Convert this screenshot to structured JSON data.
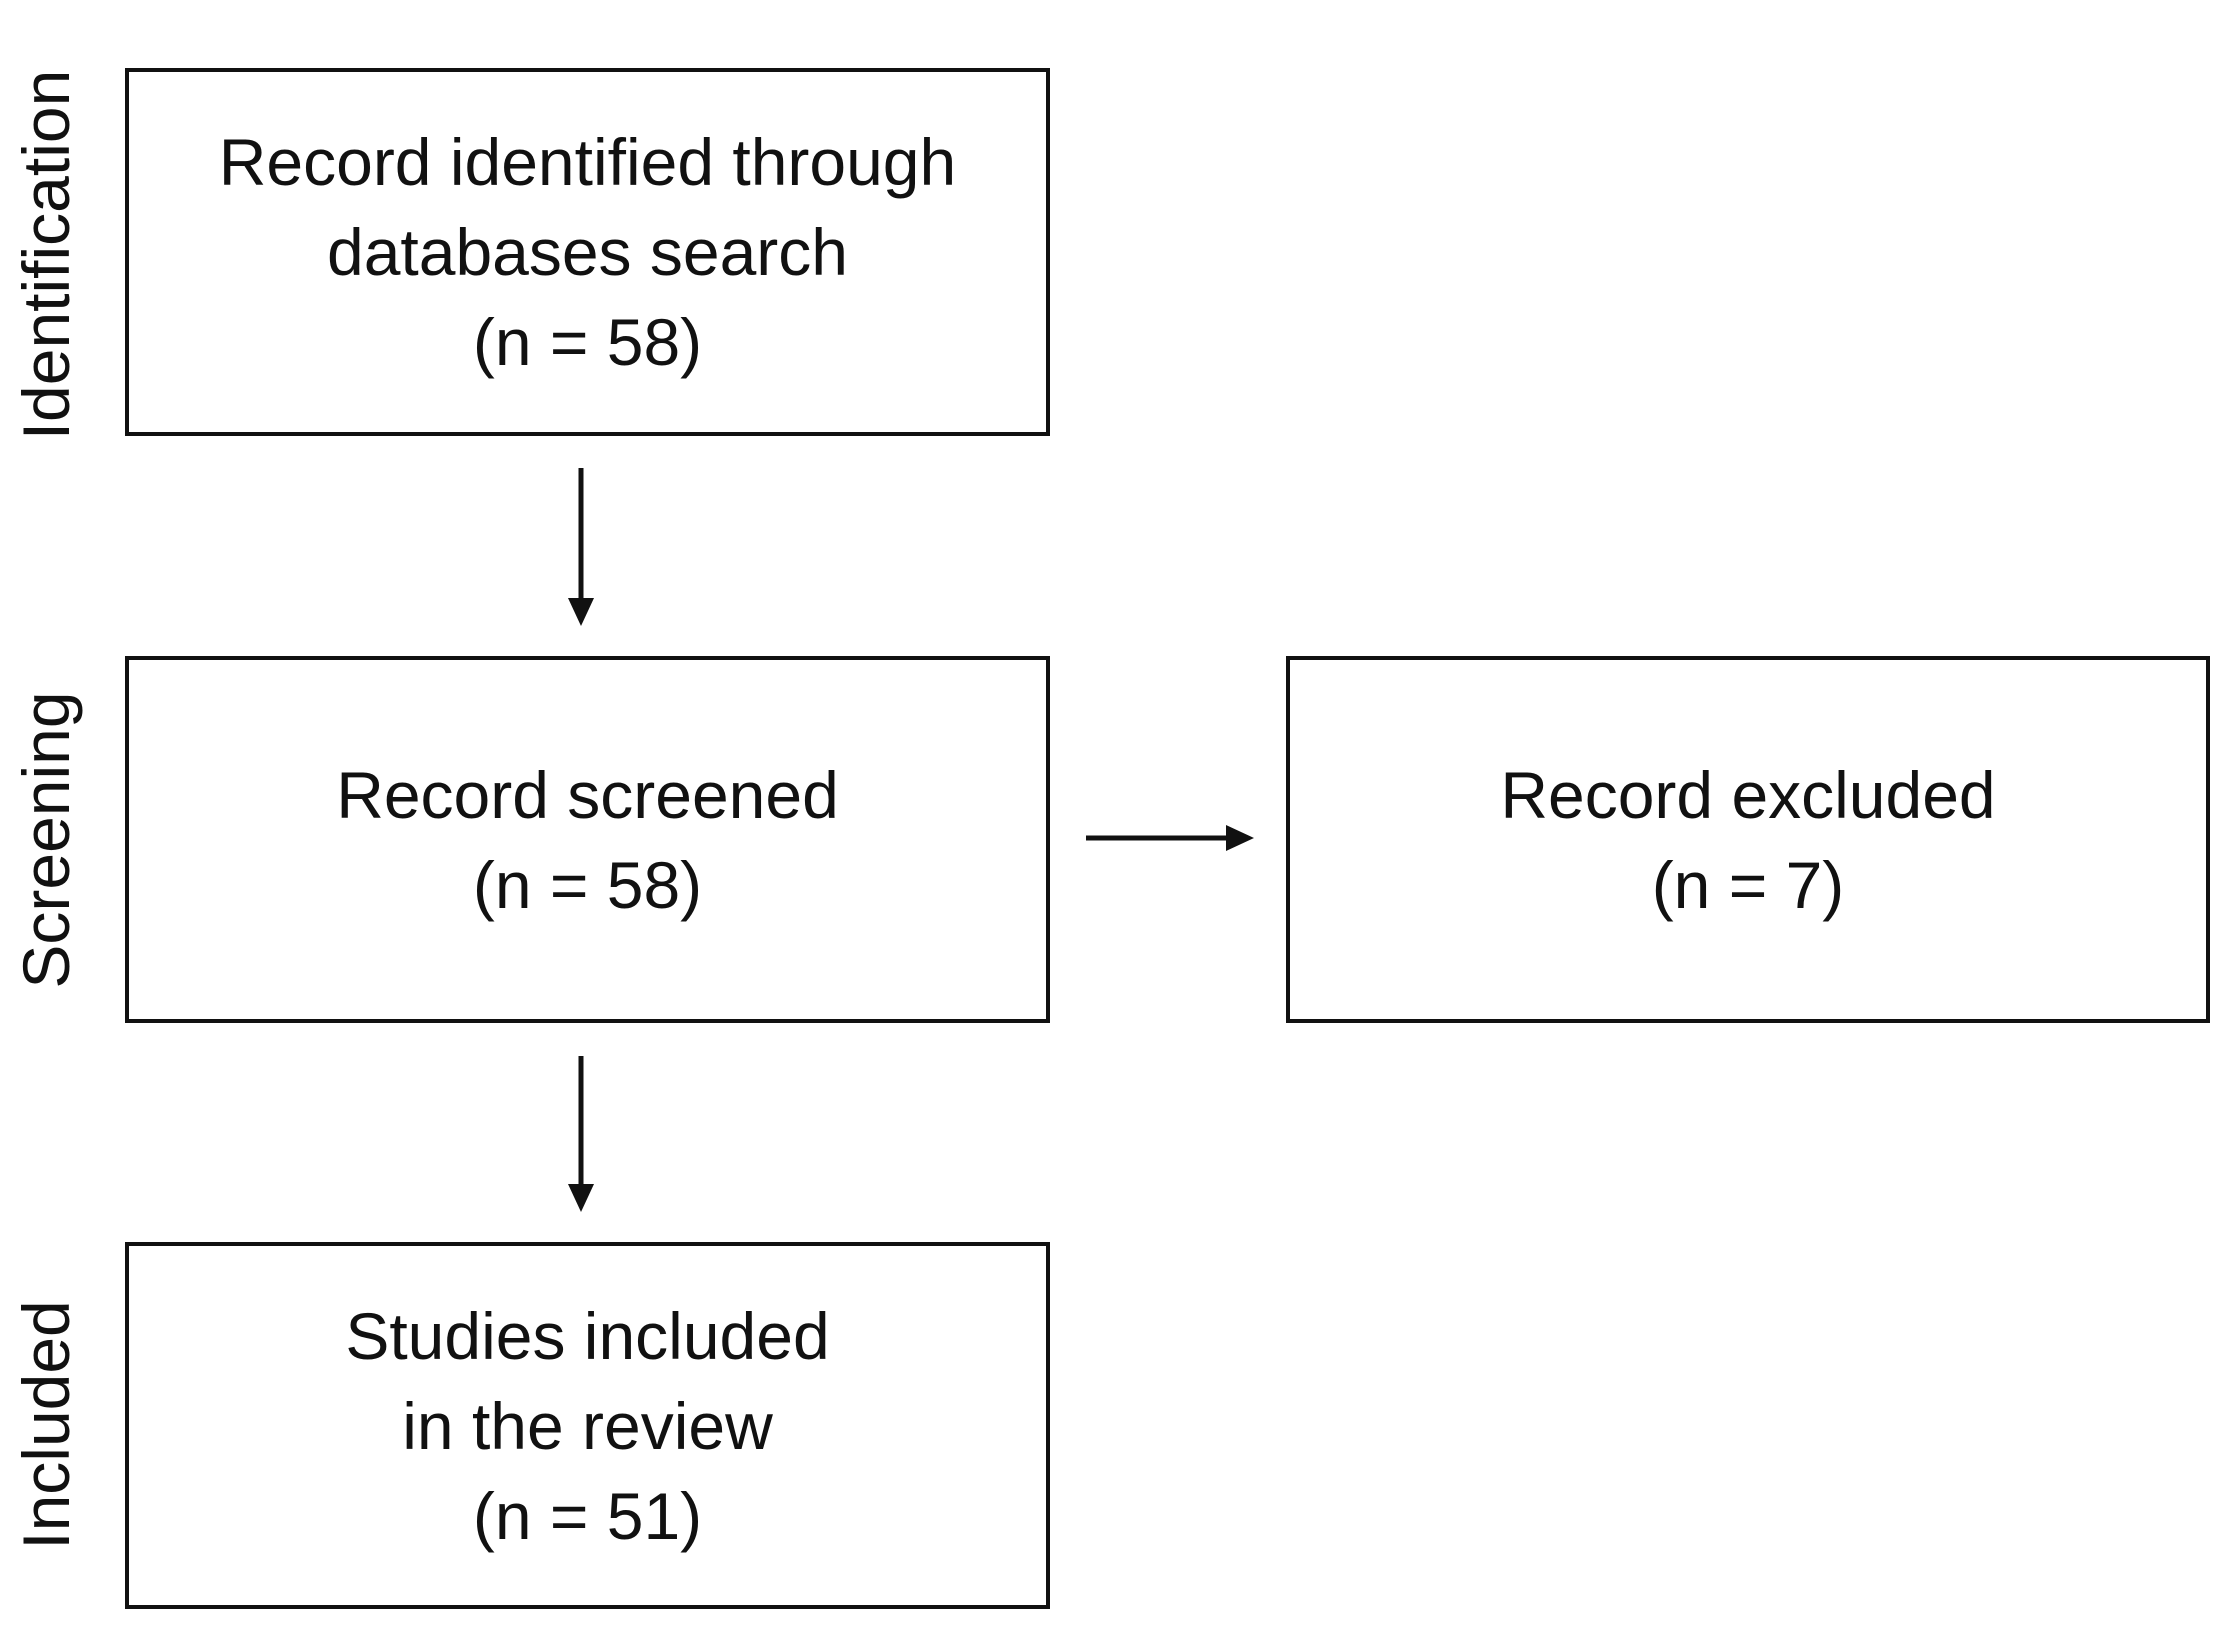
{
  "stages": {
    "identification": "Identification",
    "screening": "Screening",
    "included": "Included"
  },
  "boxes": {
    "identified": {
      "line1": "Record identified through",
      "line2": "databases search",
      "count": "(n = 58)"
    },
    "screened": {
      "line1": "Record screened",
      "count": "(n = 58)"
    },
    "excluded": {
      "line1": "Record excluded",
      "count": "(n = 7)"
    },
    "included": {
      "line1": "Studies included",
      "line2": "in the review",
      "count": "(n = 51)"
    }
  },
  "colors": {
    "stroke": "#111111",
    "background": "#ffffff"
  }
}
